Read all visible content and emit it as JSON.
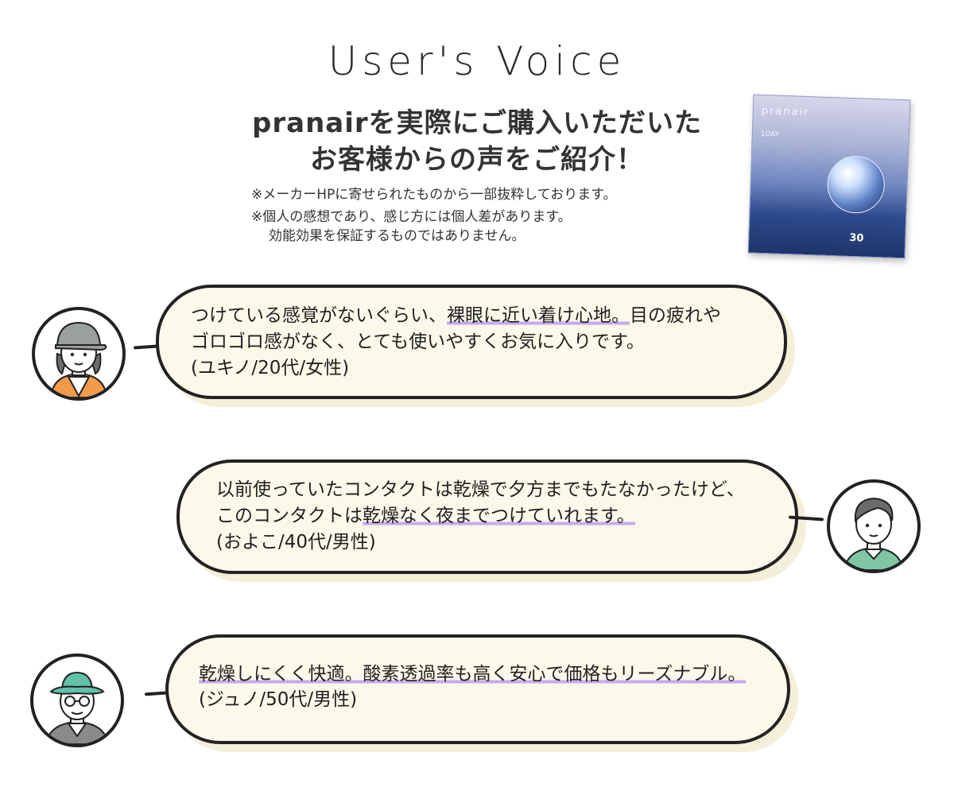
{
  "title": "User's Voice",
  "headline": {
    "line1": "pranairを実際にご購入いただいた",
    "line2": "お客様からの声をご紹介！"
  },
  "notes": {
    "n1": "※メーカーHPに寄せられたものから一部抜粋しております。",
    "n2": "※個人の感想であり、感じ方には個人差があります。",
    "n3": "効能効果を保証するものではありません。"
  },
  "product": {
    "brand": "pranair",
    "day": "1DAY",
    "count": "30",
    "icon": "contact-lens-box-image"
  },
  "voices": [
    {
      "l1a": "つけている感覚がないぐらい、",
      "l1b": "裸眼に近い着け心地。",
      "l1c": "目の疲れや",
      "l2": "ゴロゴロ感がなく、とても使いやすくお気に入りです。",
      "who": "(ユキノ/20代/女性)",
      "avatar": "woman-cap-avatar"
    },
    {
      "l1": "以前使っていたコンタクトは乾燥で夕方までもたなかったけど、",
      "l2a": "このコンタクトは",
      "l2b": "乾燥なく夜までつけていれます。",
      "who": "(およこ/40代/男性)",
      "avatar": "man-avatar"
    },
    {
      "l1": "乾燥しにくく快適。酸素透過率も高く安心で価格もリーズナブル。",
      "who": "(ジュノ/50代/男性)",
      "avatar": "man-hat-glasses-avatar"
    }
  ],
  "colors": {
    "bubble_bg": "#fdf9ea",
    "highlight": "#c9a8f0",
    "outline": "#222222"
  }
}
